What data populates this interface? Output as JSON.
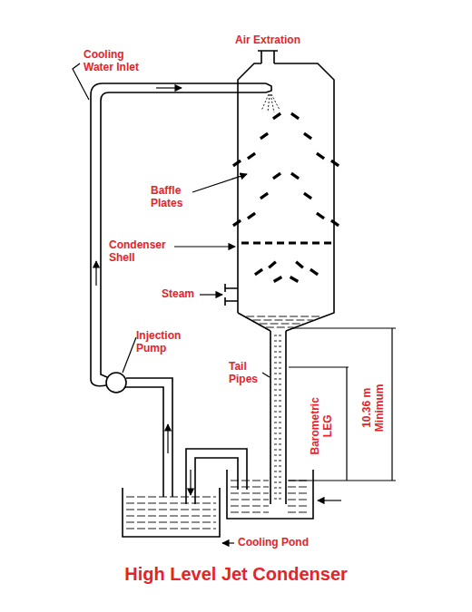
{
  "diagram": {
    "title": "High Level Jet Condenser",
    "labels": [
      "Air Extration",
      "Cooling Water Inlet",
      "Baffle Plates",
      "Condenser Shell",
      "Steam",
      "Injection Pump",
      "Tail Pipes",
      "Barometric LEG",
      "10.36 m Minimum",
      "Cooling Pond"
    ]
  }
}
